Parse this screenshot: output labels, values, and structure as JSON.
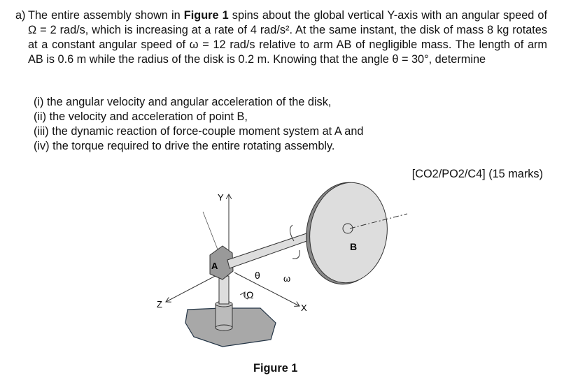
{
  "question": {
    "label": "a)",
    "p1": "The entire assembly shown in ",
    "fig_ref": "Figure 1",
    "p2": " spins about the global vertical Y-axis with an angular speed of Ω = 2 rad/s, which is increasing at a rate of 4 rad/s². At the same instant, the disk of mass 8 kg rotates at a constant angular speed of ω = 12 rad/s relative to arm AB of negligible mass. The length of arm AB is 0.6 m while the radius of the disk is 0.2 m. Knowing that the angle θ = 30°, determine"
  },
  "items": [
    "(i)  the angular velocity and angular acceleration of the disk,",
    "(ii) the velocity and acceleration of point B,",
    "(iii) the dynamic reaction of force-couple moment system at A and",
    "(iv) the torque required to drive the entire rotating assembly."
  ],
  "marks": "[CO2/PO2/C4] (15 marks)",
  "figure": {
    "caption": "Figure 1",
    "labels": {
      "y": "Y",
      "z": "Z",
      "x": "X",
      "a": "A",
      "b": "B",
      "theta": "θ",
      "omega": "ω",
      "Omega": "Ω"
    }
  }
}
